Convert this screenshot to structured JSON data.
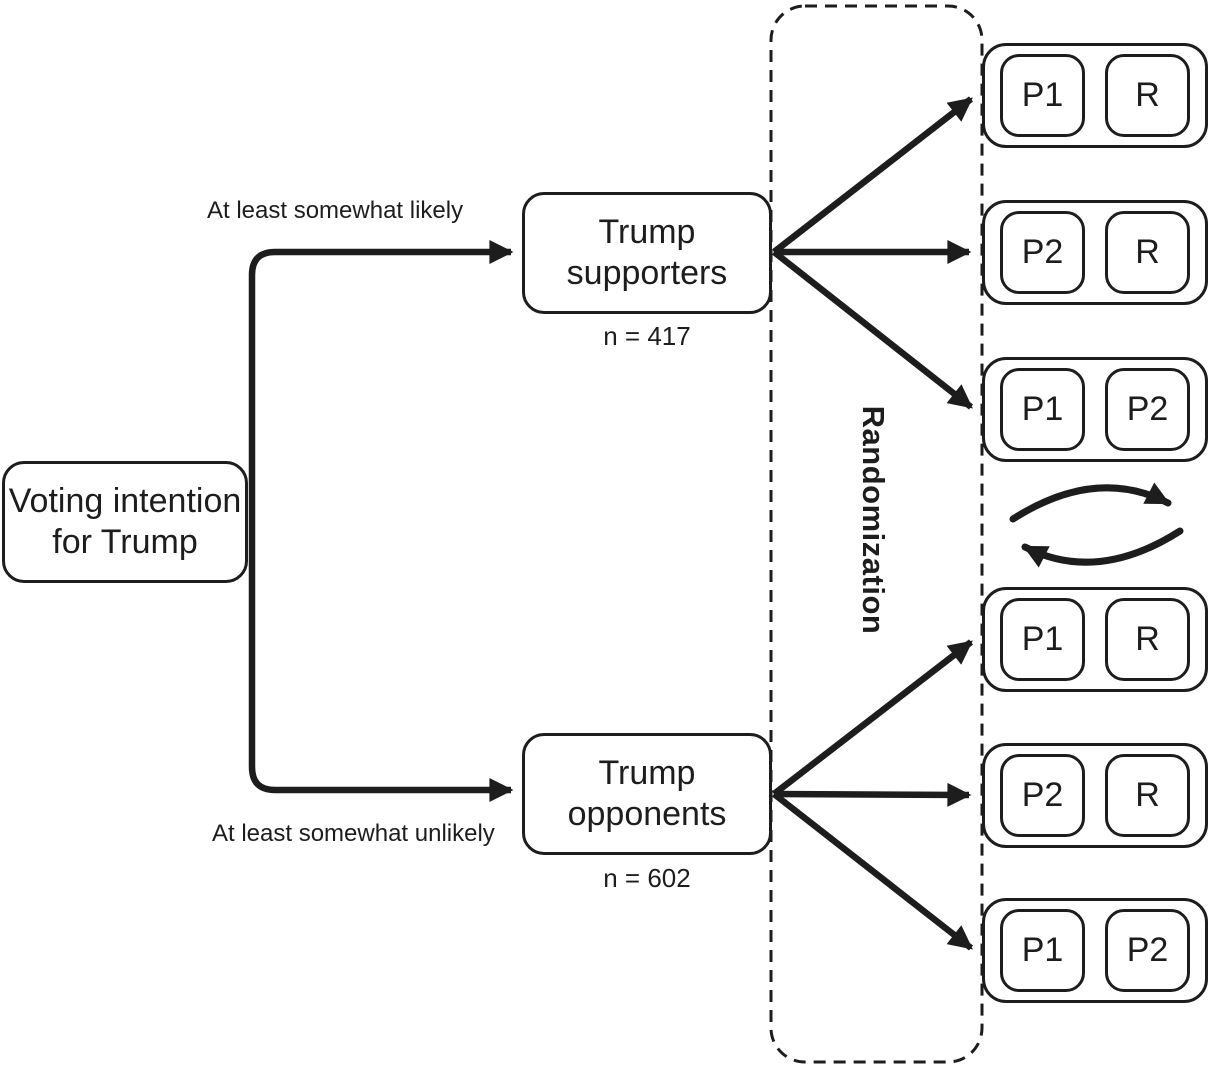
{
  "diagram": {
    "colors": {
      "ink": "#1d1d1d",
      "background": "#ffffff"
    },
    "root": {
      "line1": "Voting intention",
      "line2": "for Trump"
    },
    "branches": [
      {
        "condition": "At least somewhat likely",
        "group_line1": "Trump",
        "group_line2": "supporters",
        "sample_size": "n = 417"
      },
      {
        "condition": "At least somewhat unlikely",
        "group_line1": "Trump",
        "group_line2": "opponents",
        "sample_size": "n = 602"
      }
    ],
    "randomization_label": "Randomization",
    "conditions": [
      {
        "cells": [
          "P1",
          "R"
        ]
      },
      {
        "cells": [
          "P2",
          "R"
        ]
      },
      {
        "cells": [
          "P1",
          "P2"
        ]
      },
      {
        "cells": [
          "P1",
          "R"
        ]
      },
      {
        "cells": [
          "P2",
          "R"
        ]
      },
      {
        "cells": [
          "P1",
          "P2"
        ]
      }
    ]
  }
}
